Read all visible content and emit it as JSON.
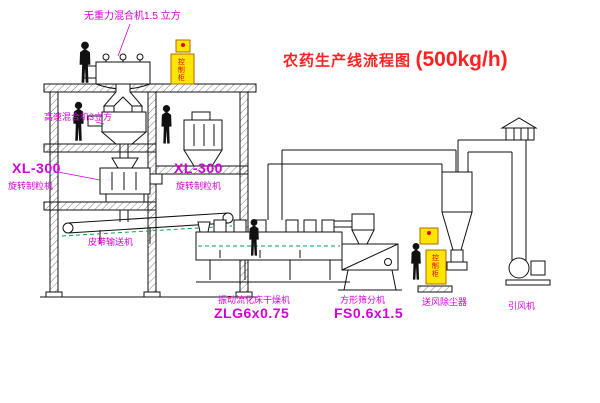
{
  "title": {
    "text": "农药生产线流程图",
    "capacity": "(500kg/h)"
  },
  "labels": {
    "top_mixer": "无重力混合机1.5 立方",
    "high_speed_mixer": "高速混合机3立方",
    "xl300_left": "XL-300",
    "granulator_left": "旋转制粒机",
    "xl300_center": "XL-300",
    "granulator_center": "旋转制粒机",
    "belt_conveyor": "皮带输送机",
    "dryer_name": "振动流化床干燥机",
    "dryer_model": "ZLG6x0.75",
    "sieve_name": "方形筛分机",
    "sieve_model": "FS0.6x1.5",
    "dust_collector": "送风除尘器",
    "induced_fan": "引风机",
    "cabinet_text": "控制柜"
  },
  "colors": {
    "label_magenta": "#d400d4",
    "title_red": "#ff2222",
    "cabinet_fill": "#ffe600",
    "cabinet_border": "#b36b00",
    "cabinet_text_red": "#e00000",
    "line": "#111111",
    "flow_dashed_green": "#00a550"
  }
}
